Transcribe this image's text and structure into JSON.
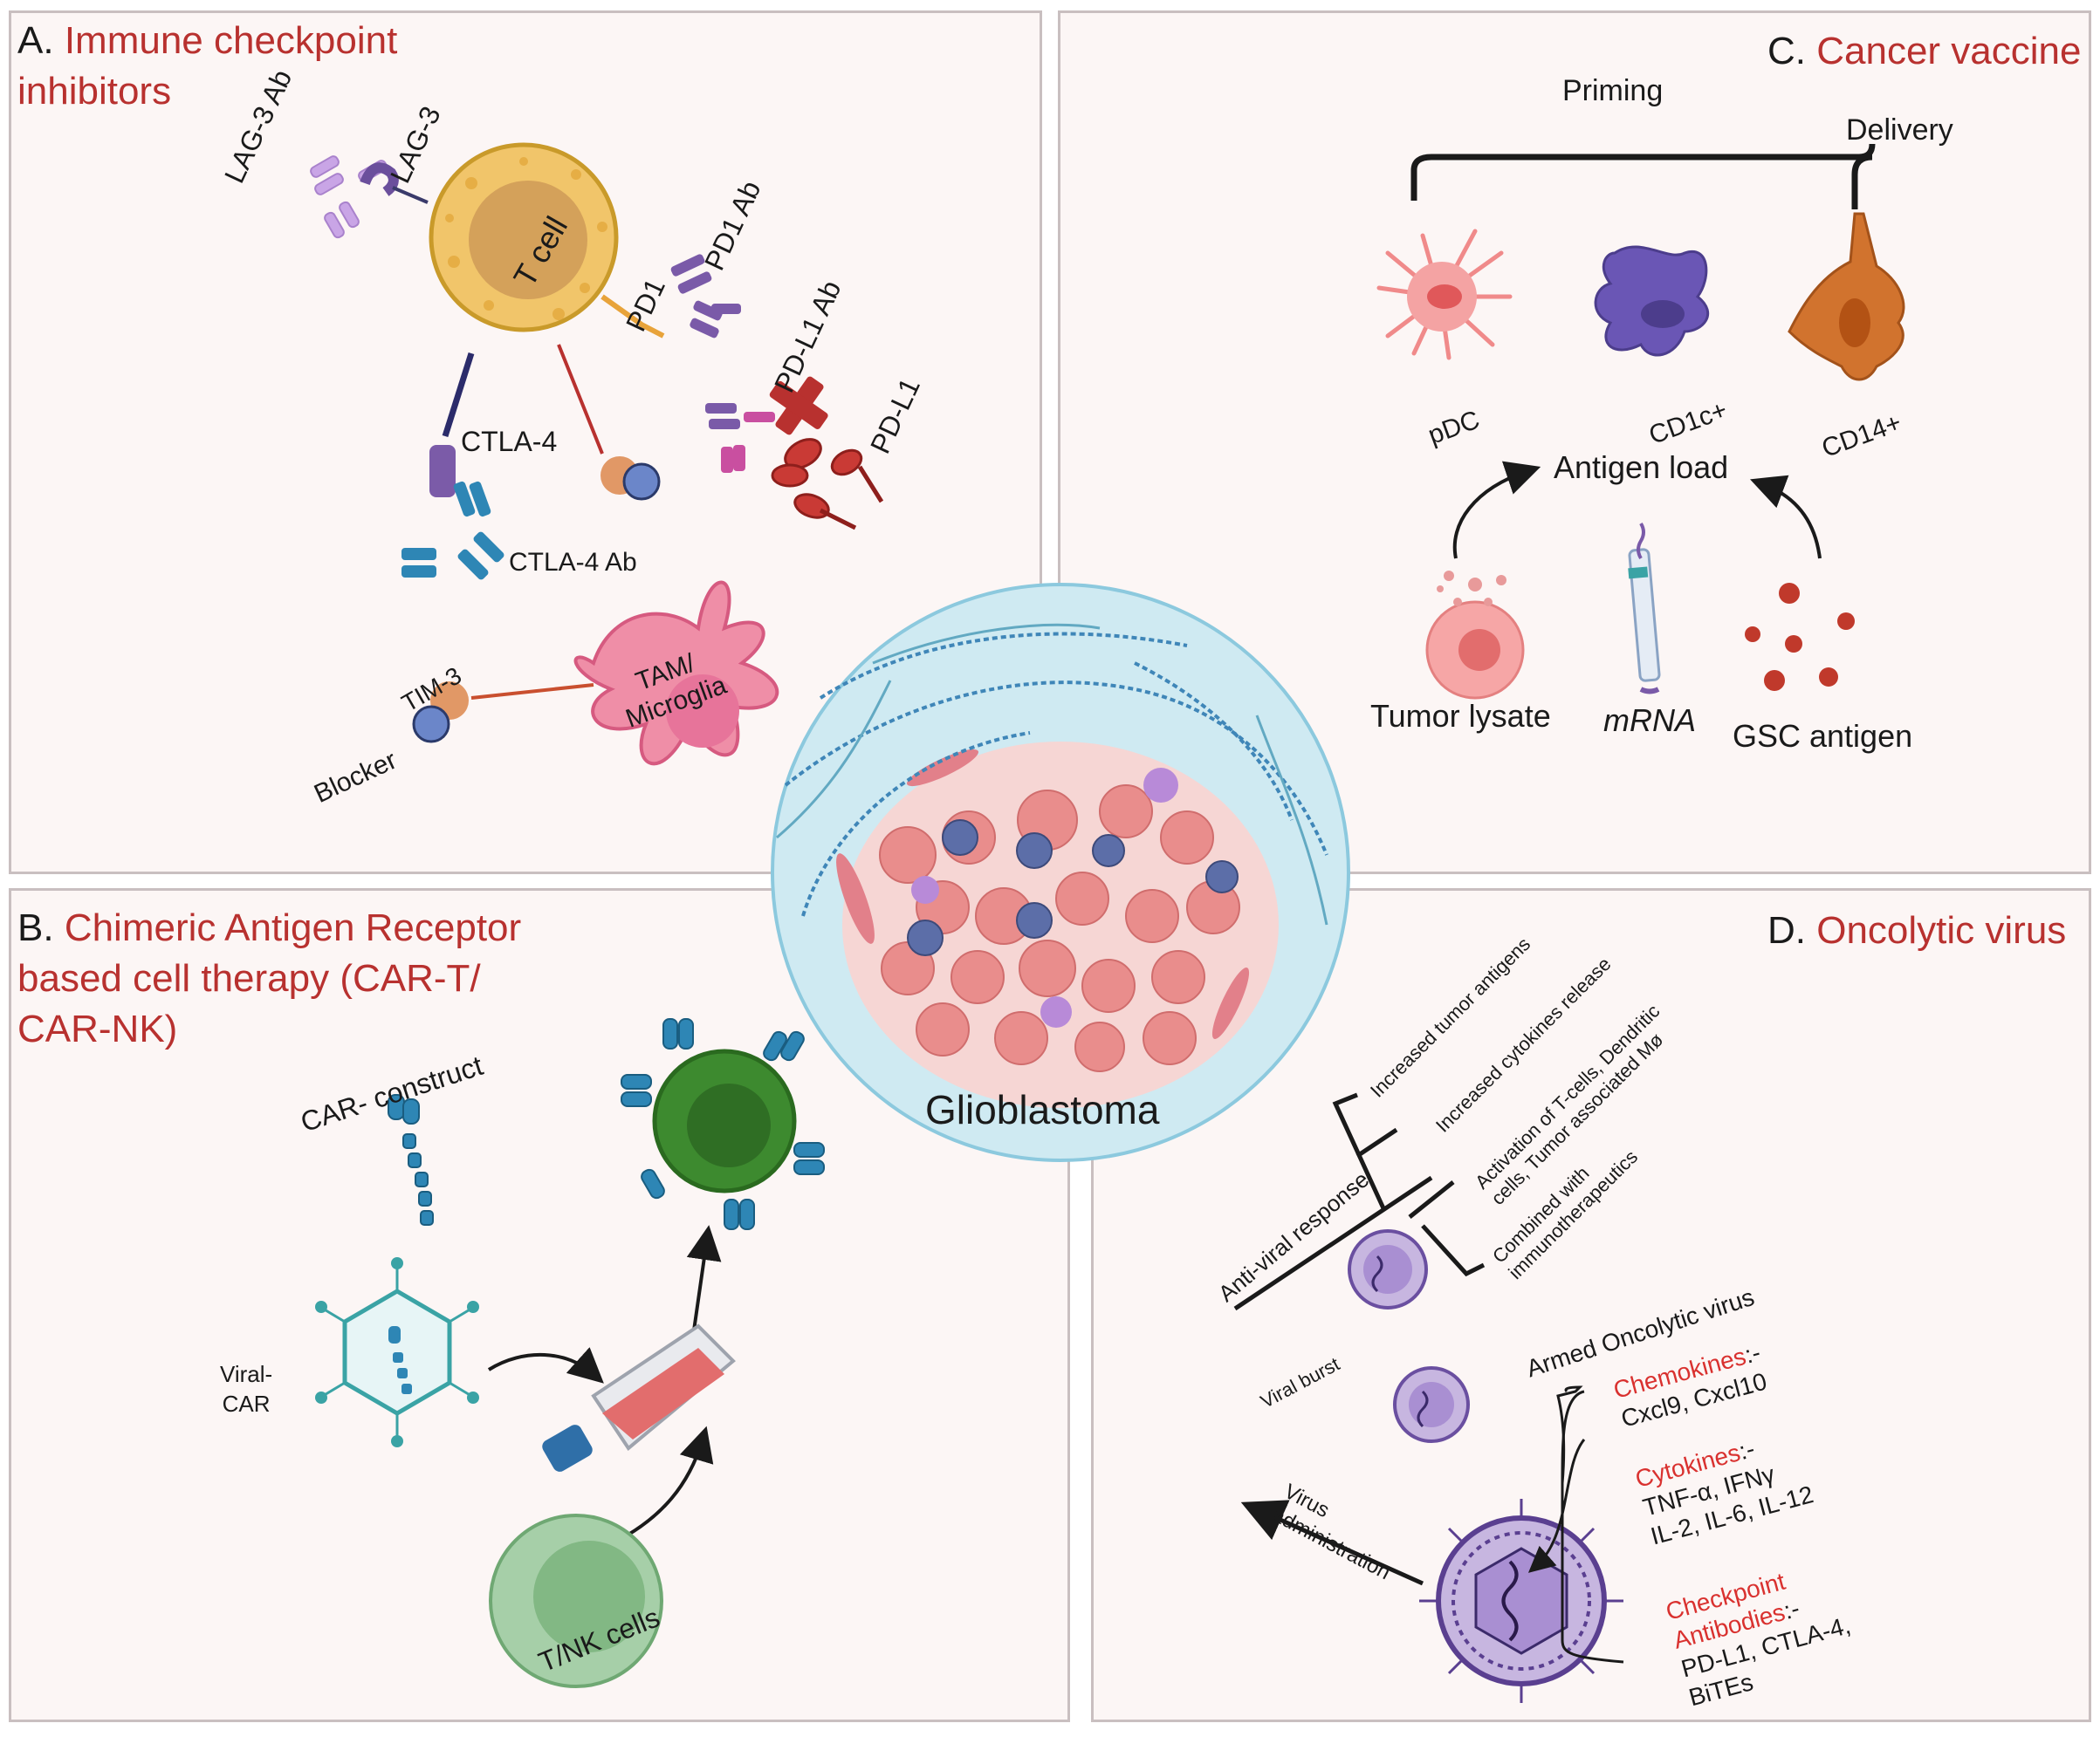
{
  "panels": {
    "a": {
      "letter": "A.",
      "title_line1": "Immune checkpoint",
      "title_line2": "inhibitors"
    },
    "b": {
      "letter": "B.",
      "title_line1": "Chimeric Antigen Receptor",
      "title_line2": "based cell therapy (CAR-T/",
      "title_line3": "CAR-NK)"
    },
    "c": {
      "letter": "C.",
      "title": "Cancer vaccine"
    },
    "d": {
      "letter": "D.",
      "title": "Oncolytic virus"
    }
  },
  "panel_a": {
    "lag3_ab": "LAG-3 Ab",
    "lag3": "LAG-3",
    "t_cell": "T cell",
    "pd1_ab": "PD1 Ab",
    "pd1": "PD1",
    "pdl1_ab": "PD-L1 Ab",
    "pdl1": "PD-L1",
    "ctla4": "CTLA-4",
    "ctla4_ab": "CTLA-4 Ab",
    "tim3": "TIM-3",
    "blocker": "Blocker",
    "tam_line1": "TAM/",
    "tam_line2": "Microglia"
  },
  "panel_b": {
    "car_construct": "CAR- construct",
    "viral_car_line1": "Viral-",
    "viral_car_line2": "CAR",
    "tnk_cells": "T/NK cells"
  },
  "panel_c": {
    "priming": "Priming",
    "delivery": "Delivery",
    "pdc": "pDC",
    "cd1c": "CD1c+",
    "cd14": "CD14+",
    "antigen_load": "Antigen load",
    "tumor_lysate": "Tumor lysate",
    "mrna": "mRNA",
    "gsc_antigen": "GSC antigen"
  },
  "panel_d": {
    "branch1": "Increased tumor antigens",
    "branch2": "Increased cytokines release",
    "branch3_line1": "Activation of T-cells, Dendritic",
    "branch3_line2": "cells, Tumor associated Mø",
    "branch4_line1": "Combined with",
    "branch4_line2": "immunotherapeutics",
    "anti_viral": "Anti-viral response",
    "viral_burst": "Viral burst",
    "armed": "Armed Oncolytic virus",
    "chemokines_head": "Chemokines",
    "chemokines_sep": ":-",
    "chemokines_items": "Cxcl9, Cxcl10",
    "cytokines_head": "Cytokines",
    "cytokines_sep": ":-",
    "cytokines_items1": "TNF-α, IFNγ",
    "cytokines_items2": "IL-2, IL-6, IL-12",
    "checkpoint_head1": "Checkpoint",
    "checkpoint_head2": "Antibodies",
    "checkpoint_sep": ":-",
    "checkpoint_items1": "PD-L1, CTLA-4,",
    "checkpoint_items2": "BiTEs",
    "virus_admin_line1": "Virus",
    "virus_admin_line2": "administration"
  },
  "center": {
    "label": "Glioblastoma"
  },
  "colors": {
    "accent_red": "#b8312f",
    "panel_bg": "#fcf6f5",
    "border": "#c9bfc0",
    "red_label": "#d9312f"
  }
}
